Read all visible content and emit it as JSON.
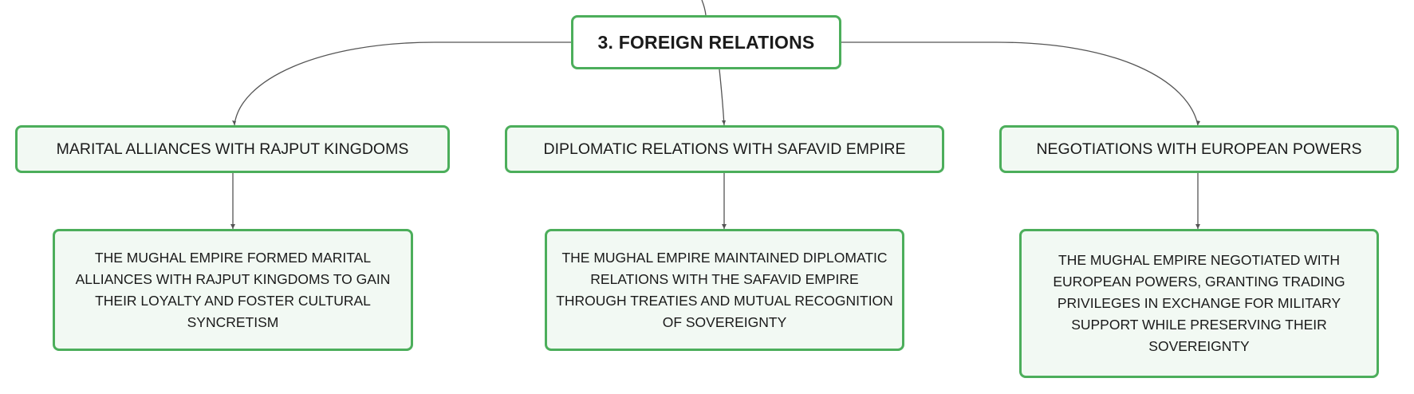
{
  "root": {
    "label": "3. FOREIGN RELATIONS"
  },
  "branches": [
    {
      "label": "MARITAL ALLIANCES WITH RAJPUT KINGDOMS",
      "detail": "THE MUGHAL EMPIRE FORMED MARITAL ALLIANCES WITH RAJPUT KINGDOMS TO GAIN THEIR LOYALTY AND FOSTER CULTURAL SYNCRETISM"
    },
    {
      "label": "DIPLOMATIC RELATIONS WITH SAFAVID EMPIRE",
      "detail": "THE MUGHAL EMPIRE MAINTAINED DIPLOMATIC RELATIONS WITH THE SAFAVID EMPIRE THROUGH TREATIES AND MUTUAL RECOGNITION OF SOVEREIGNTY"
    },
    {
      "label": "NEGOTIATIONS WITH EUROPEAN POWERS",
      "detail": "THE MUGHAL EMPIRE NEGOTIATED WITH EUROPEAN POWERS, GRANTING TRADING PRIVILEGES IN EXCHANGE FOR MILITARY SUPPORT WHILE PRESERVING THEIR SOVEREIGNTY"
    }
  ],
  "colors": {
    "node_border": "#4cae5b",
    "node_fill": "#f2f9f3",
    "connector": "#555555"
  }
}
